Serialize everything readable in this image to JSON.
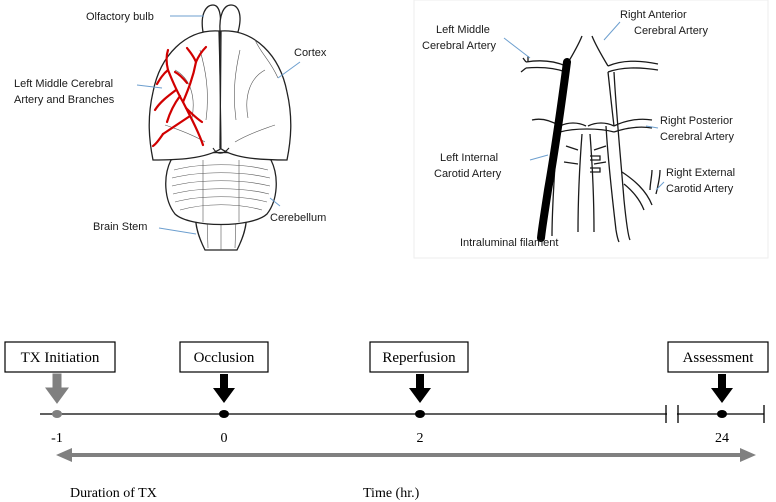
{
  "brain_labels": {
    "olfactory_bulb": "Olfactory bulb",
    "cortex": "Cortex",
    "lmca_line1": "Left Middle Cerebral",
    "lmca_line2": "Artery and Branches",
    "cerebellum": "Cerebellum",
    "brain_stem": "Brain Stem"
  },
  "artery_labels": {
    "left_middle_line1": "Left Middle",
    "left_middle_line2": "Cerebral Artery",
    "right_anterior_line1": "Right Anterior",
    "right_anterior_line2": "Cerebral Artery",
    "right_posterior_line1": "Right Posterior",
    "right_posterior_line2": "Cerebral Artery",
    "left_internal_line1": "Left Internal",
    "left_internal_line2": "Carotid Artery",
    "right_external_line1": "Right External",
    "right_external_line2": "Carotid Artery",
    "filament": "Intraluminal filament"
  },
  "timeline": {
    "events": [
      {
        "label": "TX Initiation",
        "tick": "-1",
        "marker_color": "#808080"
      },
      {
        "label": "Occlusion",
        "tick": "0",
        "marker_color": "#000000"
      },
      {
        "label": "Reperfusion",
        "tick": "2",
        "marker_color": "#000000"
      },
      {
        "label": "Assessment",
        "tick": "24",
        "marker_color": "#000000"
      }
    ],
    "span_arrow_color": "#808080",
    "duration_label": "Duration of TX",
    "axis_label": "Time (hr.)"
  },
  "colors": {
    "artery_highlight": "#d10000",
    "leader_lines": "#6d9fcf"
  }
}
